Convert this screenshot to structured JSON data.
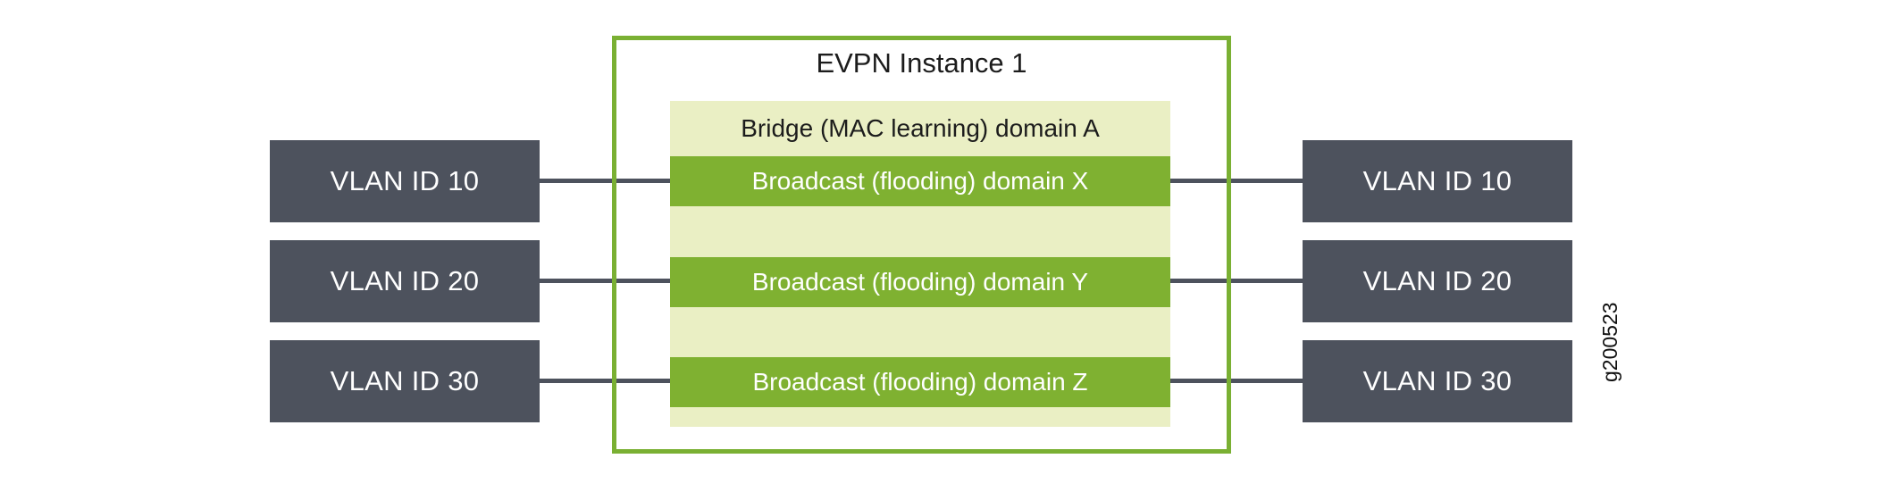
{
  "diagram": {
    "figure_id": "g200523",
    "colors": {
      "frame_green": "#7ab033",
      "bridge_domain_fill": "#eaefc4",
      "broadcast_domain_fill": "#7fb131",
      "vlan_box_fill": "#4d525d",
      "connector_line": "#4d525d",
      "text_on_dark": "#ffffff",
      "text_on_light": "#1c1c1c",
      "background": "#ffffff"
    },
    "evpn_instance": {
      "title": "EVPN Instance 1",
      "bridge_domain": {
        "label": "Bridge (MAC learning) domain A",
        "broadcast_domains": [
          {
            "label": "Broadcast (flooding) domain X"
          },
          {
            "label": "Broadcast (flooding) domain Y"
          },
          {
            "label": "Broadcast (flooding) domain Z"
          }
        ]
      }
    },
    "left_vlans": [
      {
        "label": "VLAN ID 10"
      },
      {
        "label": "VLAN ID 20"
      },
      {
        "label": "VLAN ID 30"
      }
    ],
    "right_vlans": [
      {
        "label": "VLAN ID 10"
      },
      {
        "label": "VLAN ID 20"
      },
      {
        "label": "VLAN ID 30"
      }
    ]
  }
}
